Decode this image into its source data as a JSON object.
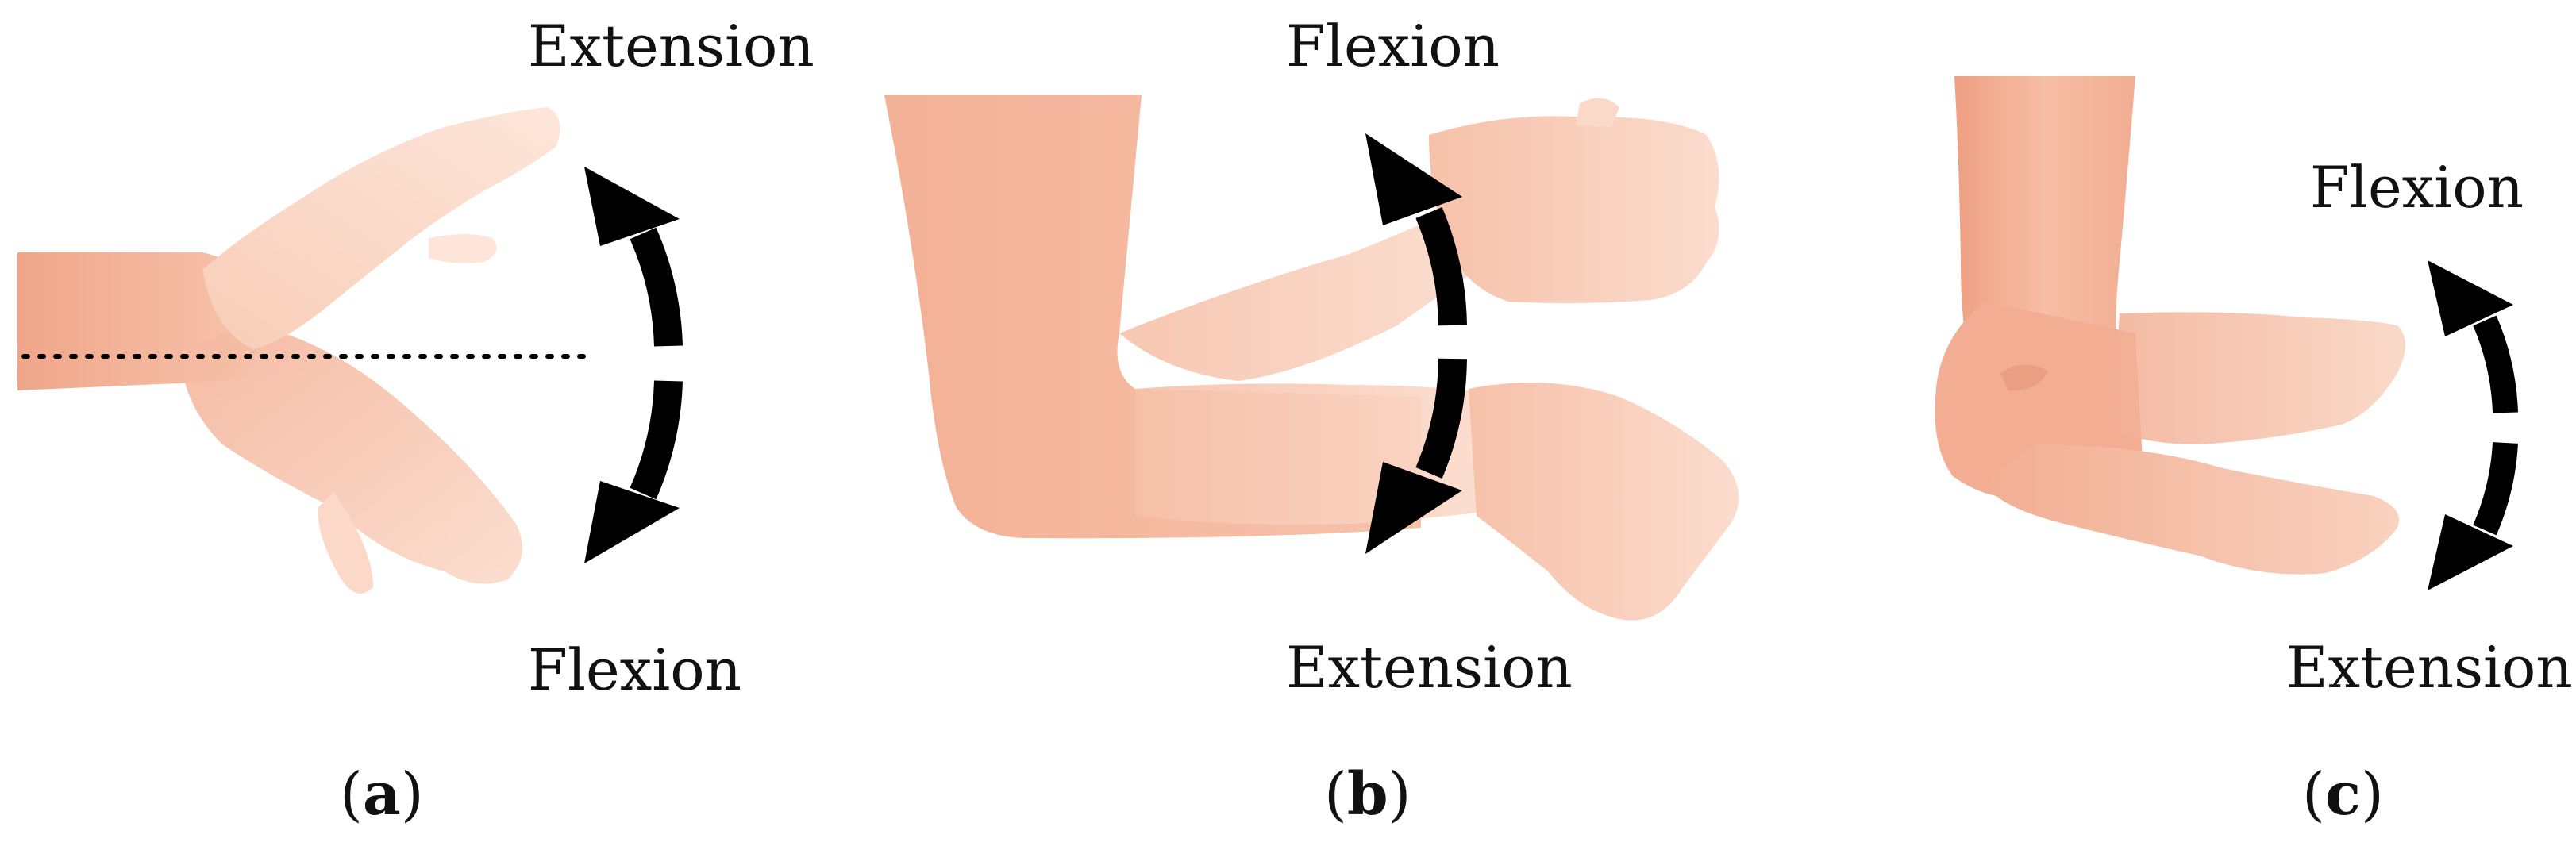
{
  "panels": [
    {
      "id": "a",
      "subject": "wrist",
      "caption": {
        "open": "(",
        "letter": "a",
        "close": ")"
      },
      "top_label": "Extension",
      "bottom_label": "Flexion"
    },
    {
      "id": "b",
      "subject": "elbow",
      "caption": {
        "open": "(",
        "letter": "b",
        "close": ")"
      },
      "top_label": "Flexion",
      "bottom_label": "Extension"
    },
    {
      "id": "c",
      "subject": "ankle",
      "caption": {
        "open": "(",
        "letter": "c",
        "close": ")"
      },
      "top_label": "Flexion",
      "bottom_label": "Extension"
    }
  ],
  "colors": {
    "skin_dark": "#f0a98c",
    "skin_mid": "#f6c0a8",
    "skin_light": "#fbd9c8",
    "arrow": "#000000",
    "text": "#111111"
  },
  "icons": [
    "curved-double-arrow-icon",
    "dotted-reference-line"
  ]
}
